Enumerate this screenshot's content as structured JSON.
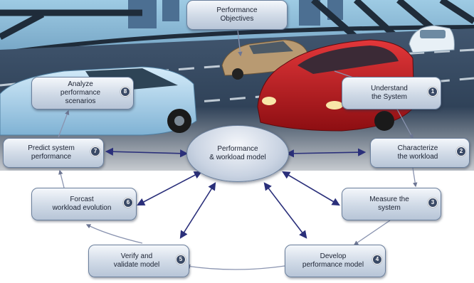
{
  "center": {
    "label": "Performance\n& workload model"
  },
  "objectives": {
    "label": "Performance\nObjectives"
  },
  "stages": [
    {
      "number": "1",
      "label": "Understand\nthe System"
    },
    {
      "number": "2",
      "label": "Characterize\nthe workload"
    },
    {
      "number": "3",
      "label": "Measure the\nsystem"
    },
    {
      "number": "4",
      "label": "Develop\nperformance model"
    },
    {
      "number": "5",
      "label": "Verify and\nvalidate model"
    },
    {
      "number": "6",
      "label": "Forcast\nworkload evolution"
    },
    {
      "number": "7",
      "label": "Predict system\nperformance"
    },
    {
      "number": "8",
      "label": "Analyze\nperformance\nscenarios"
    }
  ],
  "colors": {
    "arrow": "#2a2f7a",
    "cycle_line": "#8a94b0",
    "road": "#33475f",
    "sky": "#7fb6d6",
    "car_red": "#c4161c",
    "car_blue": "#a9d4ef",
    "car_tan": "#b89a72"
  },
  "illustration": [
    "highway",
    "red-car",
    "blue-car",
    "tan-car",
    "white-car",
    "bridge",
    "city-skyline"
  ]
}
